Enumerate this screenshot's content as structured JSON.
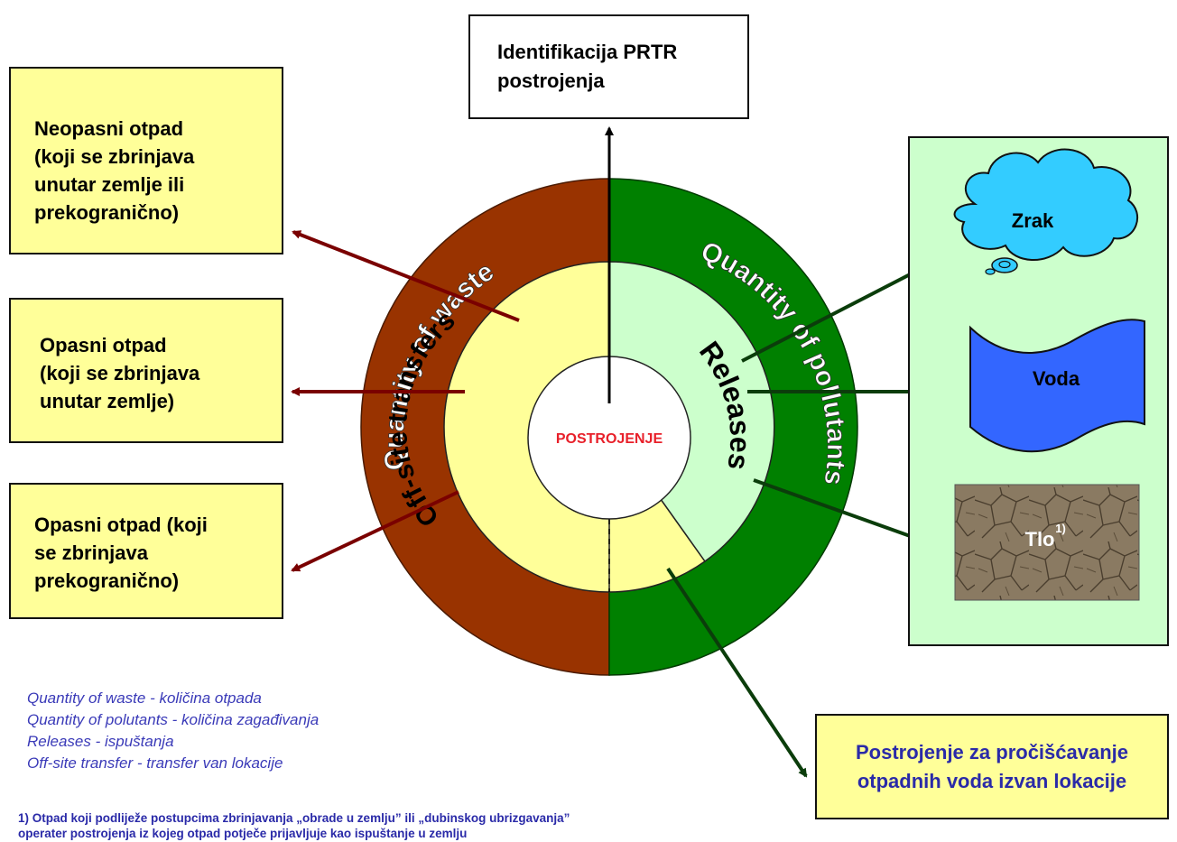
{
  "top_box": {
    "line1": "Identifikacija PRTR",
    "line2": "postrojenja"
  },
  "left_boxes": [
    {
      "lines": [
        "Neopasni otpad",
        "(koji se zbrinjava",
        "unutar zemlje ili",
        "prekogranično)"
      ]
    },
    {
      "lines": [
        "Opasni otpad",
        "(koji se zbrinjava",
        "unutar zemlje)"
      ]
    },
    {
      "lines": [
        "Opasni otpad (koji",
        "se zbrinjava",
        "prekogranično)"
      ]
    }
  ],
  "right_panel": {
    "air_label": "Zrak",
    "water_label": "Voda",
    "soil_label": "Tlo",
    "soil_sup": "1)"
  },
  "bottom_box": {
    "line1": "Postrojenje za pročišćavanje",
    "line2": "otpadnih voda izvan lokacije"
  },
  "circle": {
    "center_label": "POSTROJENJE",
    "outer_left": "Quantity of waste",
    "outer_right": "Quantity of pollutants",
    "inner_left": "Off-site transfers",
    "inner_right": "Releases"
  },
  "legend": [
    "Quantity of waste - količina otpada",
    "Quantity of polutants - količina zagađivanja",
    "Releases - ispuštanja",
    "Off-site transfer - transfer van lokacije"
  ],
  "footnote": {
    "line1": "1)  Otpad koji podliježe postupcima zbrinjavanja „obrade u zemlju” ili „dubinskog ubrizgavanja”",
    "line2": "operater postrojenja iz kojeg otpad potječe prijavljuje kao ispuštanje u zemlju"
  },
  "colors": {
    "waste_ring": "#993300",
    "pollutant_ring": "#008000",
    "transfer_fill": "#ffff99",
    "release_fill": "#ccffcc",
    "center_text": "#e8202a",
    "box_fill": "#ffff99",
    "panel_fill": "#ccffcc",
    "air_fill": "#33ccff",
    "water_fill": "#3366ff",
    "legend_text": "#3a3ab8",
    "bottom_text": "#2a2aa8"
  }
}
